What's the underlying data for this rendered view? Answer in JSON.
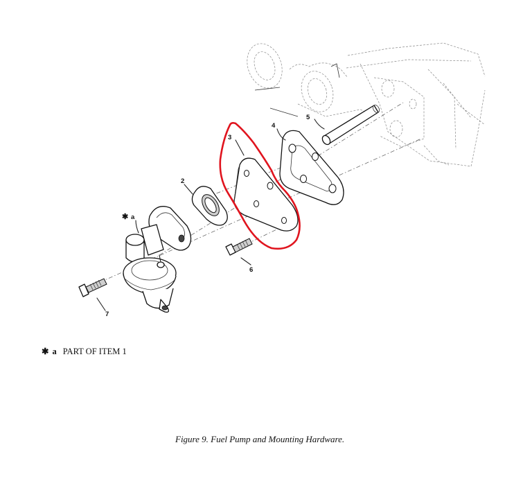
{
  "figure": {
    "caption": "Figure 9. Fuel Pump and Mounting Hardware.",
    "note": {
      "symbol": "✱",
      "letter": "a",
      "text": "PART OF ITEM 1"
    },
    "callouts": {
      "item_2": "2",
      "item_3": "3",
      "item_4": "4",
      "item_5": "5",
      "item_6": "6",
      "item_7": "7",
      "item_a_symbol": "✱",
      "item_a_letter": "a"
    },
    "highlight_color": "#e0141e"
  }
}
